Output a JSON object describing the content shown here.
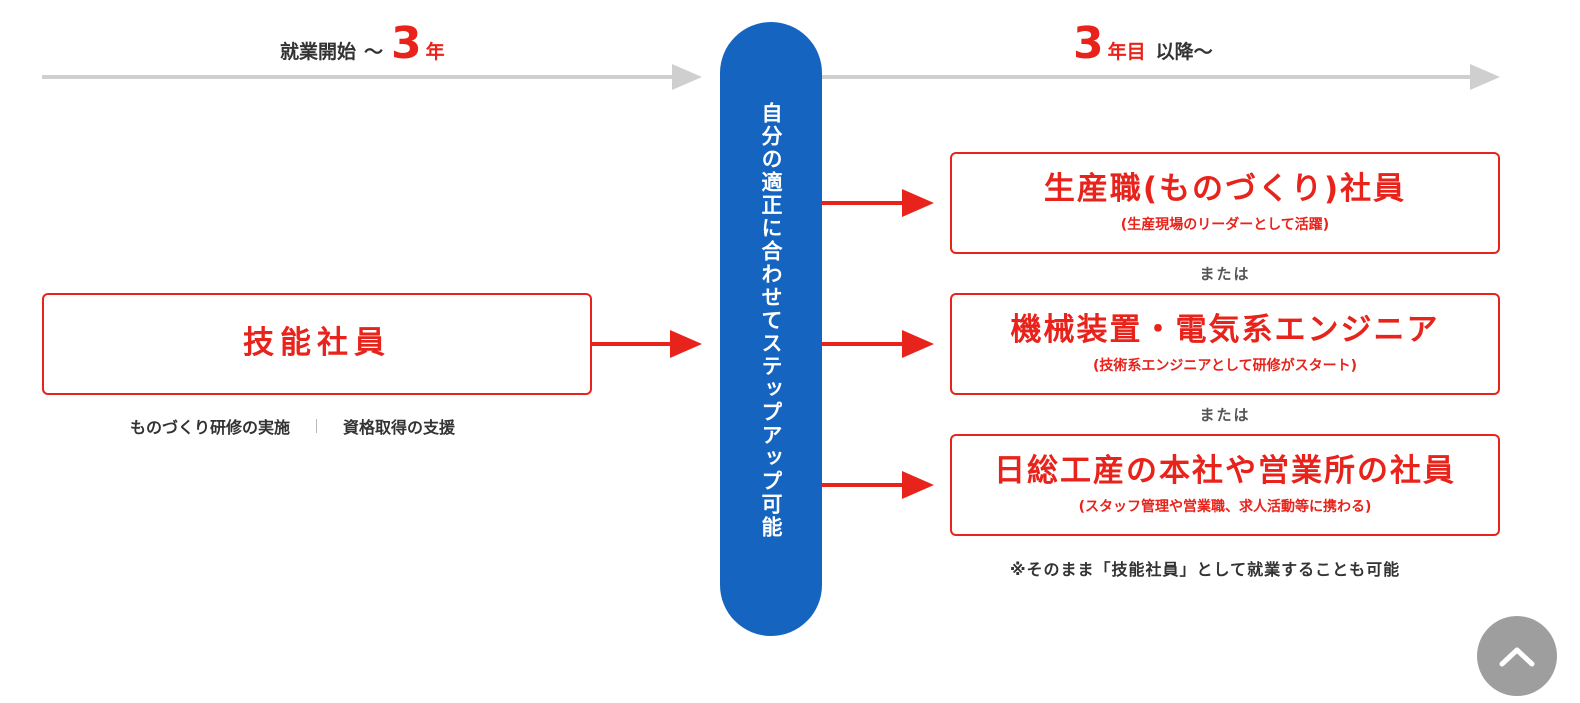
{
  "timeline": {
    "left_prefix": "就業開始",
    "left_tilde": "〜",
    "left_number": "3",
    "left_unit": "年",
    "right_number": "3",
    "right_unit": "年目",
    "right_suffix": "以降〜"
  },
  "center": {
    "text": "自分の適正に合わせてステップアップ可能"
  },
  "left_box": {
    "title": "技能社員",
    "note_1": "ものづくり研修の実施",
    "note_2": "資格取得の支援"
  },
  "options": [
    {
      "title": "生産職(ものづくり)社員",
      "subtitle": "(生産現場のリーダーとして活躍)"
    },
    {
      "title": "機械装置・電気系エンジニア",
      "subtitle": "(技術系エンジニアとして研修がスタート)"
    },
    {
      "title": "日総工産の本社や営業所の社員",
      "subtitle": "(スタッフ管理や営業職、求人活動等に携わる)"
    }
  ],
  "connector": "または",
  "footnote": "※そのまま「技能社員」として就業することも可能",
  "colors": {
    "accent_red": "#e8231b",
    "pill_blue": "#1565c0",
    "timeline_gray": "#cfcfcf",
    "scroll_button": "#9e9e9e"
  },
  "icons": {
    "scroll_top": "chevron-up-icon"
  }
}
